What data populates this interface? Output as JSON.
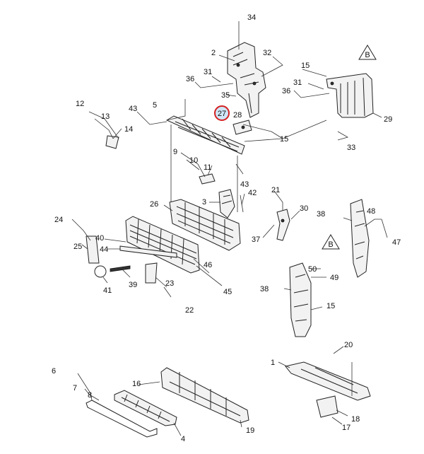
{
  "highlighted_callout": "27",
  "highlight_color": "#d42020",
  "reference_markers": {
    "upper": "B",
    "lower": "B"
  },
  "callouts": [
    "34",
    "2",
    "32",
    "15",
    "31",
    "36",
    "31",
    "36",
    "35",
    "12",
    "5",
    "43",
    "28",
    "29",
    "13",
    "14",
    "15",
    "33",
    "9",
    "10",
    "11",
    "43",
    "21",
    "42",
    "3",
    "26",
    "30",
    "48",
    "38",
    "24",
    "40",
    "37",
    "47",
    "25",
    "44",
    "46",
    "50",
    "49",
    "39",
    "23",
    "38",
    "41",
    "45",
    "15",
    "22",
    "20",
    "1",
    "6",
    "16",
    "7",
    "8",
    "18",
    "19",
    "17",
    "4"
  ]
}
